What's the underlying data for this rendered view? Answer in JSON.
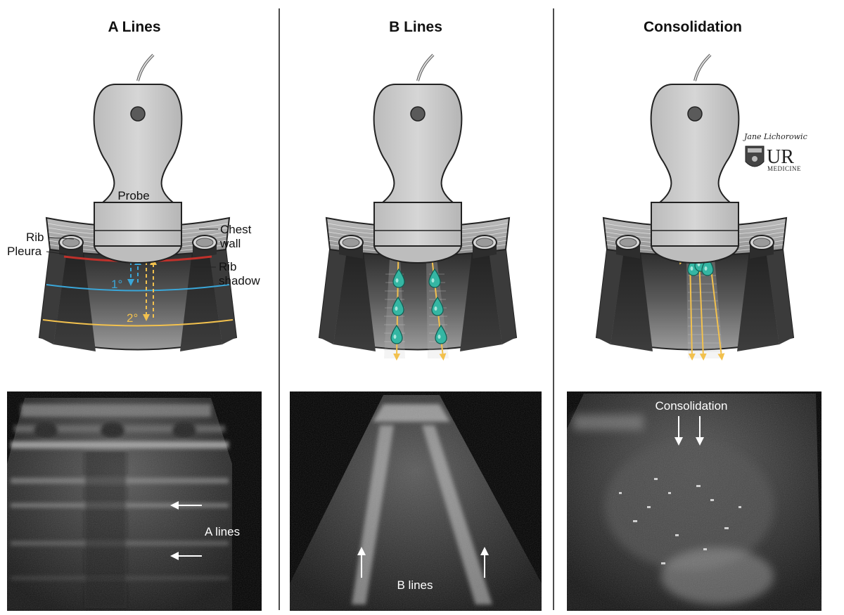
{
  "panels": {
    "a_lines": {
      "title": "A Lines",
      "labels": {
        "probe": "Probe",
        "rib": "Rib",
        "pleura": "Pleura",
        "chest_wall_1": "Chest",
        "chest_wall_2": "wall",
        "rib_shadow_1": "Rib",
        "rib_shadow_2": "shadow",
        "first_order": "1°",
        "second_order": "2°"
      },
      "ultrasound_label": "A lines"
    },
    "b_lines": {
      "title": "B Lines",
      "ultrasound_label": "B lines"
    },
    "consolidation": {
      "title": "Consolidation",
      "ultrasound_label": "Consolidation"
    }
  },
  "logo": {
    "signature": "Jane Lichorowic",
    "initials": "UR",
    "subtitle": "MEDICINE"
  },
  "colors": {
    "red_arrow": "#c0312b",
    "blue_arrow": "#3aa6d8",
    "yellow_arrow": "#f2c14e",
    "droplet": "#35b6a3",
    "probe_gray": "#c9c9c9"
  },
  "icons": [
    "ultrasound-probe-icon",
    "rib-icon",
    "arrow-icon",
    "droplet-icon",
    "ur-medicine-logo"
  ]
}
